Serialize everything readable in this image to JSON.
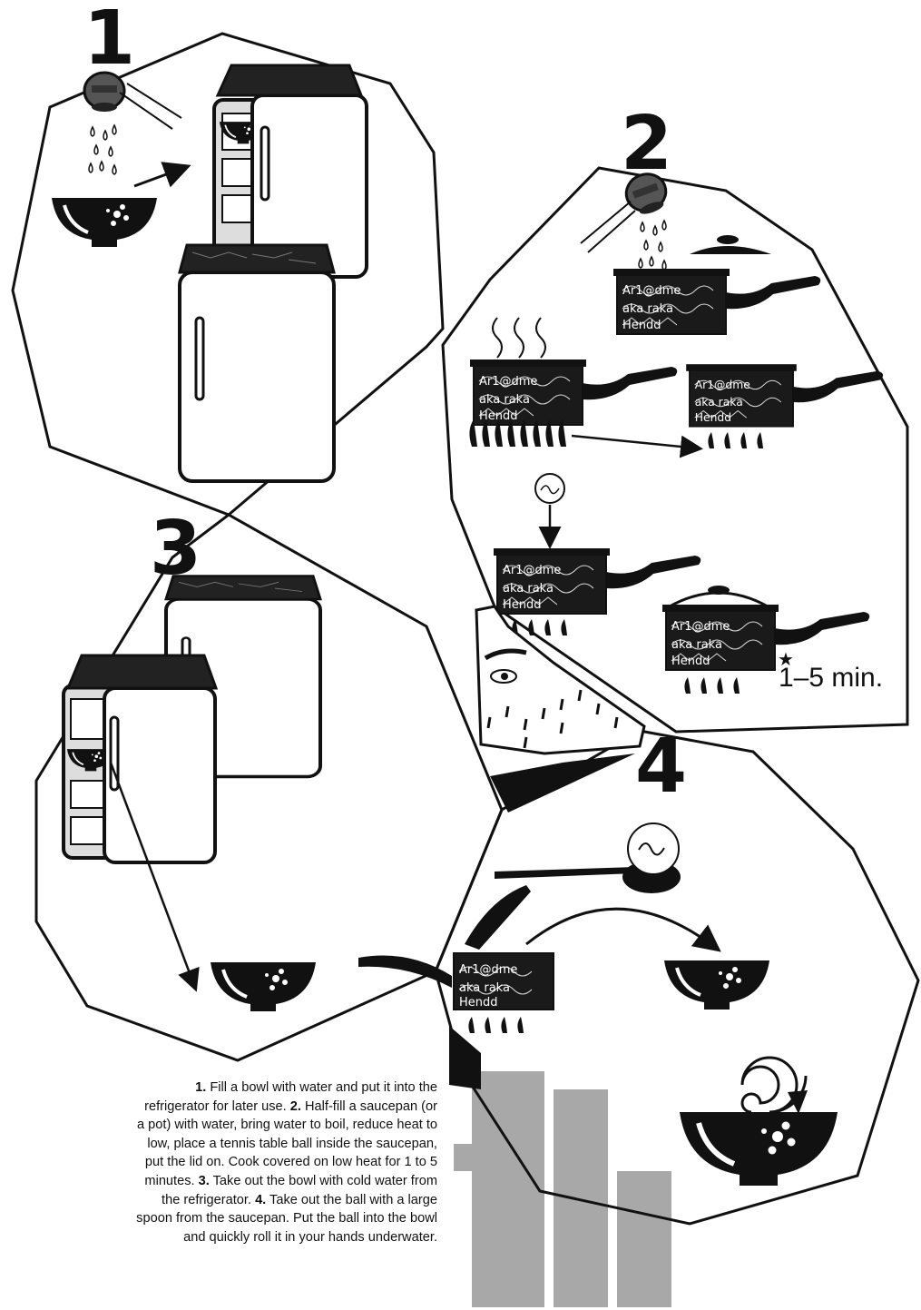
{
  "steps": [
    {
      "number": "1"
    },
    {
      "number": "2"
    },
    {
      "number": "3"
    },
    {
      "number": "4"
    }
  ],
  "timer_label": "1–5 min.",
  "pan_label_lines": [
    "Ar1@dme",
    "aka raka",
    "Hendd"
  ],
  "instructions": [
    {
      "num": "1.",
      "text": " Fill a bowl with water and put it into the refrigerator for later use. "
    },
    {
      "num": "2.",
      "text": " Half-fill a saucepan (or a pot) with water, bring water to boil, reduce  heat to low,  place a tennis table ball inside the saucepan, put the lid on.  Cook covered on low heat for 1 to 5 minutes. "
    },
    {
      "num": "3.",
      "text": " Take out the bowl with cold water from the refrigerator. "
    },
    {
      "num": "4.",
      "text": "  Take out the ball with a large spoon from the saucepan. Put the ball into the bowl and quickly roll it in your hands underwater."
    }
  ],
  "colors": {
    "ink": "#111111",
    "paper": "#ffffff",
    "shadow": "#a8a8a8"
  }
}
